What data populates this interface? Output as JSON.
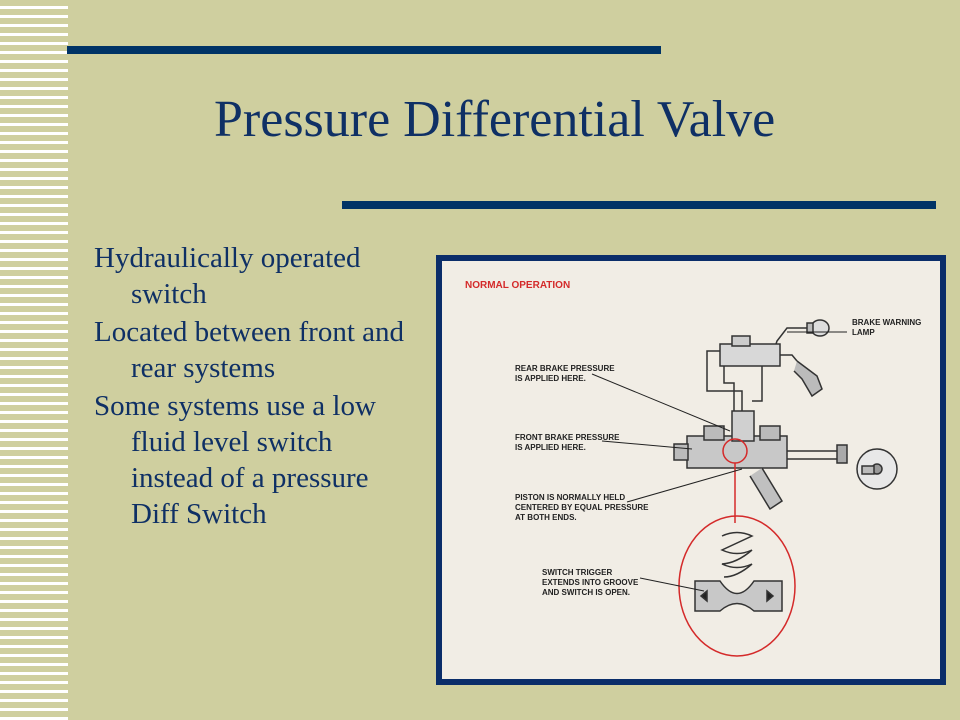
{
  "slide": {
    "title": "Pressure Differential Valve",
    "bullets": [
      "Hydraulically operated switch",
      "Located between front and rear systems",
      "Some systems use a low fluid level switch instead of a pressure Diff Switch"
    ]
  },
  "figure": {
    "heading": "NORMAL OPERATION",
    "labels": {
      "brake_lamp": "BRAKE WARNING\nLAMP",
      "rear_pressure": "REAR BRAKE PRESSURE\nIS APPLIED HERE.",
      "front_pressure": "FRONT BRAKE PRESSURE\nIS APPLIED HERE.",
      "piston": "PISTON IS NORMALLY HELD\nCENTERED BY EQUAL PRESSURE\nAT BOTH ENDS.",
      "trigger": "SWITCH TRIGGER\nEXTENDS INTO GROOVE\nAND SWITCH IS OPEN."
    }
  },
  "colors": {
    "background": "#cfcf9f",
    "accent_rule": "#003366",
    "text": "#0f3065",
    "figure_frame": "#0a2d69",
    "highlight_red": "#d42a2a"
  }
}
